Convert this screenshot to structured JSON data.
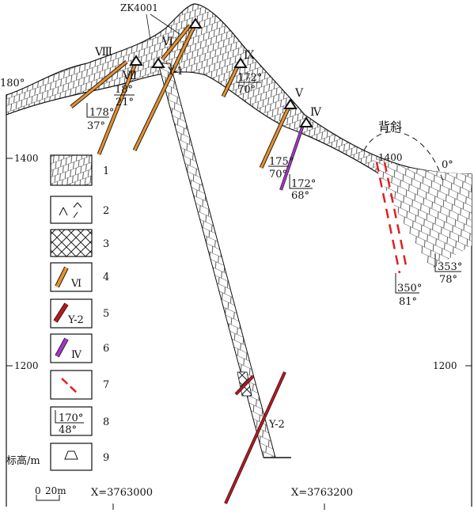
{
  "top_labels": {
    "borehole": "ZK4001",
    "azimuth_left": "180°",
    "azimuth_right": "0°",
    "anticline": "背斜",
    "elev_surface": "1400"
  },
  "veins": {
    "VIII": "Ⅷ",
    "VII": "Ⅶ",
    "VI": "Ⅵ",
    "Y1": "Y-1",
    "IX": "Ⅸ",
    "V": "Ⅴ",
    "IV": "Ⅳ",
    "Y2": "Y-2"
  },
  "attitudes": [
    {
      "az": "18°",
      "dip": "21°"
    },
    {
      "az": "178°",
      "dip": "37°"
    },
    {
      "az": "172°",
      "dip": "70°"
    },
    {
      "az": "175°",
      "dip": "70°"
    },
    {
      "az": "172°",
      "dip": "68°"
    },
    {
      "az": "353°",
      "dip": "78°"
    },
    {
      "az": "350°",
      "dip": "81°"
    }
  ],
  "elevation_ticks": {
    "left_1400": "1400",
    "left_1200": "1200",
    "right_1200": "1200"
  },
  "axis_title": "标高/m",
  "scale_bar": {
    "zero": "0",
    "length": "20m"
  },
  "x_coords": [
    "X=3763000",
    "X=3763200"
  ],
  "legend": [
    {
      "num": "1"
    },
    {
      "num": "2"
    },
    {
      "num": "3"
    },
    {
      "num": "4",
      "tag": "Ⅵ"
    },
    {
      "num": "5",
      "tag": "Y-2"
    },
    {
      "num": "6",
      "tag": "Ⅳ"
    },
    {
      "num": "7"
    },
    {
      "num": "8",
      "az": "170°",
      "dip": "48°"
    },
    {
      "num": "9"
    }
  ],
  "colors": {
    "orange_vein": "#e8912a",
    "red_vein": "#c0141c",
    "purple_vein": "#a436c4",
    "red_dashed": "#e2201f",
    "line": "#111111"
  }
}
